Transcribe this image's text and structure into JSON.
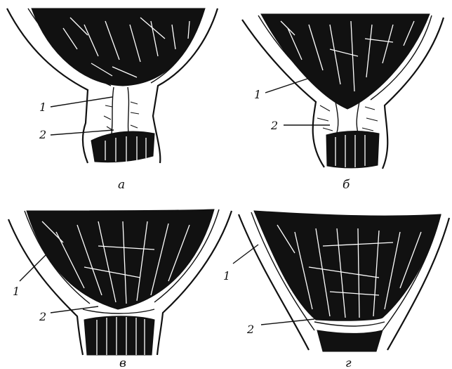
{
  "panels": [
    {
      "letter": "а",
      "labels": [
        "1",
        "2"
      ]
    },
    {
      "letter": "б",
      "labels": [
        "1",
        "2"
      ]
    },
    {
      "letter": "в",
      "labels": [
        "1",
        "2"
      ]
    },
    {
      "letter": "г",
      "labels": [
        "1",
        "2"
      ]
    }
  ]
}
